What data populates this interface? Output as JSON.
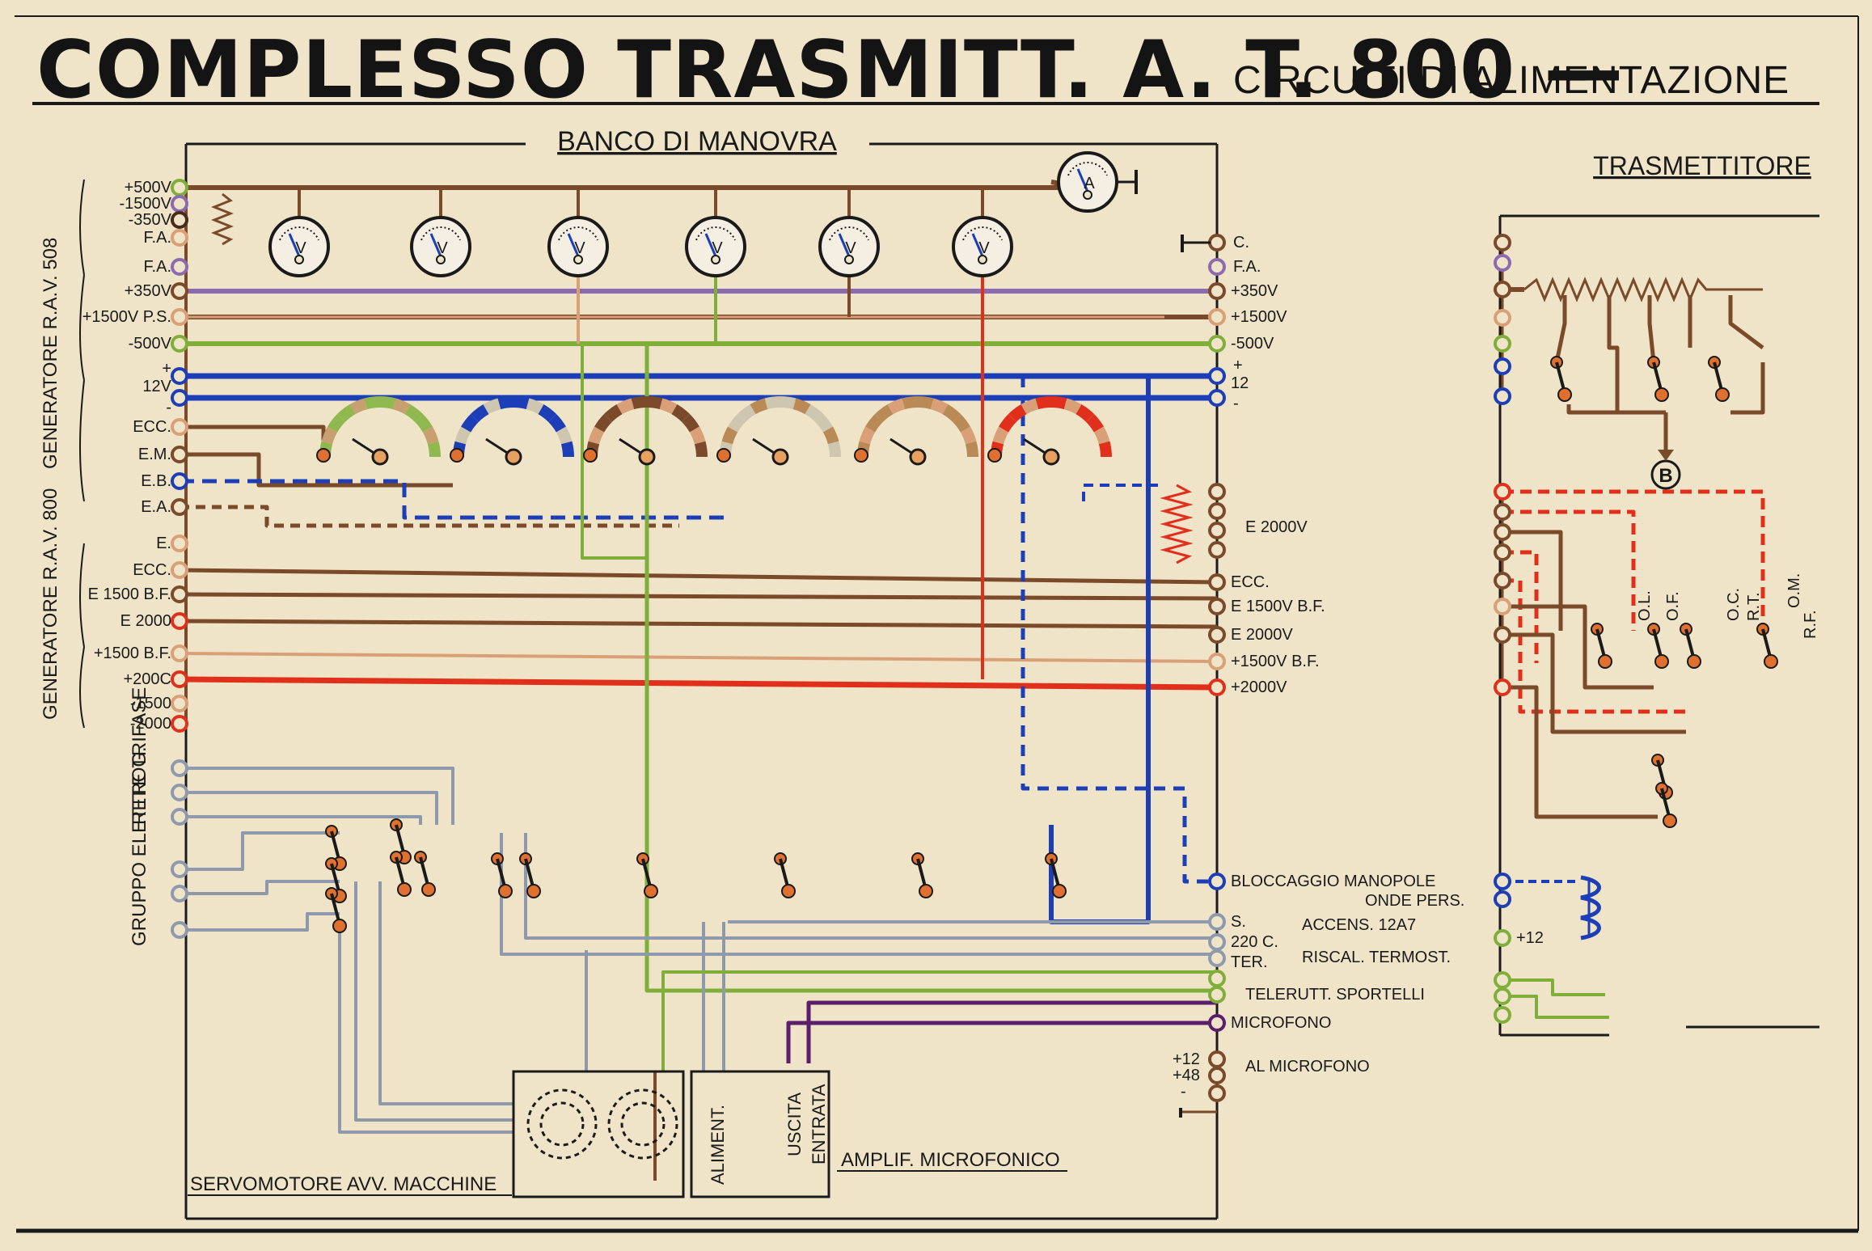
{
  "title": {
    "main": "COMPLESSO  TRASMITT.  A. T. 800 —",
    "sub": "CIRCUITI DI ALIMENTAZIONE"
  },
  "sections": {
    "banco": "BANCO  DI  MANOVRA",
    "trasmettitore": "TRASMETTITORE",
    "servomotore": "SERVOMOTORE  AVV. MACCHINE",
    "amplif": "AMPLIF.  MICROFONICO",
    "aliment": "ALIMENT.",
    "uscita": "USCITA",
    "entrata": "ENTRATA",
    "bmark": "B"
  },
  "groups": {
    "gen508": "GENERATORE  R.A.V. 508",
    "gen800": "GENERATORE  R.A.V. 800",
    "rete": "RETE  TRIFASE",
    "gruppo": "GRUPPO  ELETTROG."
  },
  "left_labels": [
    "+500V",
    "-1500V",
    "-350V",
    "F.A.",
    "F.A.",
    "+350V",
    "+1500V P.S.",
    "-500V",
    "+",
    "12V",
    "-",
    "ECC.",
    "E.M.",
    "E.B.",
    "E.A.",
    "E.",
    "ECC.",
    "E 1500 B.F.",
    "E 2000",
    "+1500 B.F.",
    "+200C",
    "-1500",
    "-2000"
  ],
  "right_labels": [
    "C.",
    "F.A.",
    "+350V",
    "+1500V",
    "-500V",
    "+",
    "12",
    "-",
    "E 2000V",
    "ECC.",
    "E 1500V B.F.",
    "E 2000V",
    "+1500V B.F.",
    "+2000V",
    "BLOCCAGGIO MANOPOLE",
    "ONDE PERS.",
    "S.",
    "220 C.",
    "TER.",
    "ACCENS. 12A7",
    "RISCAL. TERMOST.",
    "TELERUTT. SPORTELLI",
    "MICROFONO",
    "+12",
    "+48",
    "-",
    "AL  MICROFONO"
  ],
  "trasm_labels": [
    "O.L.",
    "O.F.",
    "O.C.",
    "R.T.",
    "O.M.",
    "R.F.",
    "+12"
  ],
  "meters": {
    "voltmeter": "V",
    "ammeter": "A"
  },
  "colors": {
    "brown": "#7a4a2a",
    "darkbrown": "#4a2a18",
    "purple": "#8a6bb0",
    "tan": "#d9a078",
    "green": "#7fae3a",
    "blue": "#1c3fb8",
    "red": "#e0301c",
    "grey": "#8e9aac",
    "violet": "#5a1e6a",
    "orange": "#e07030",
    "ink": "#1a1a1a"
  }
}
